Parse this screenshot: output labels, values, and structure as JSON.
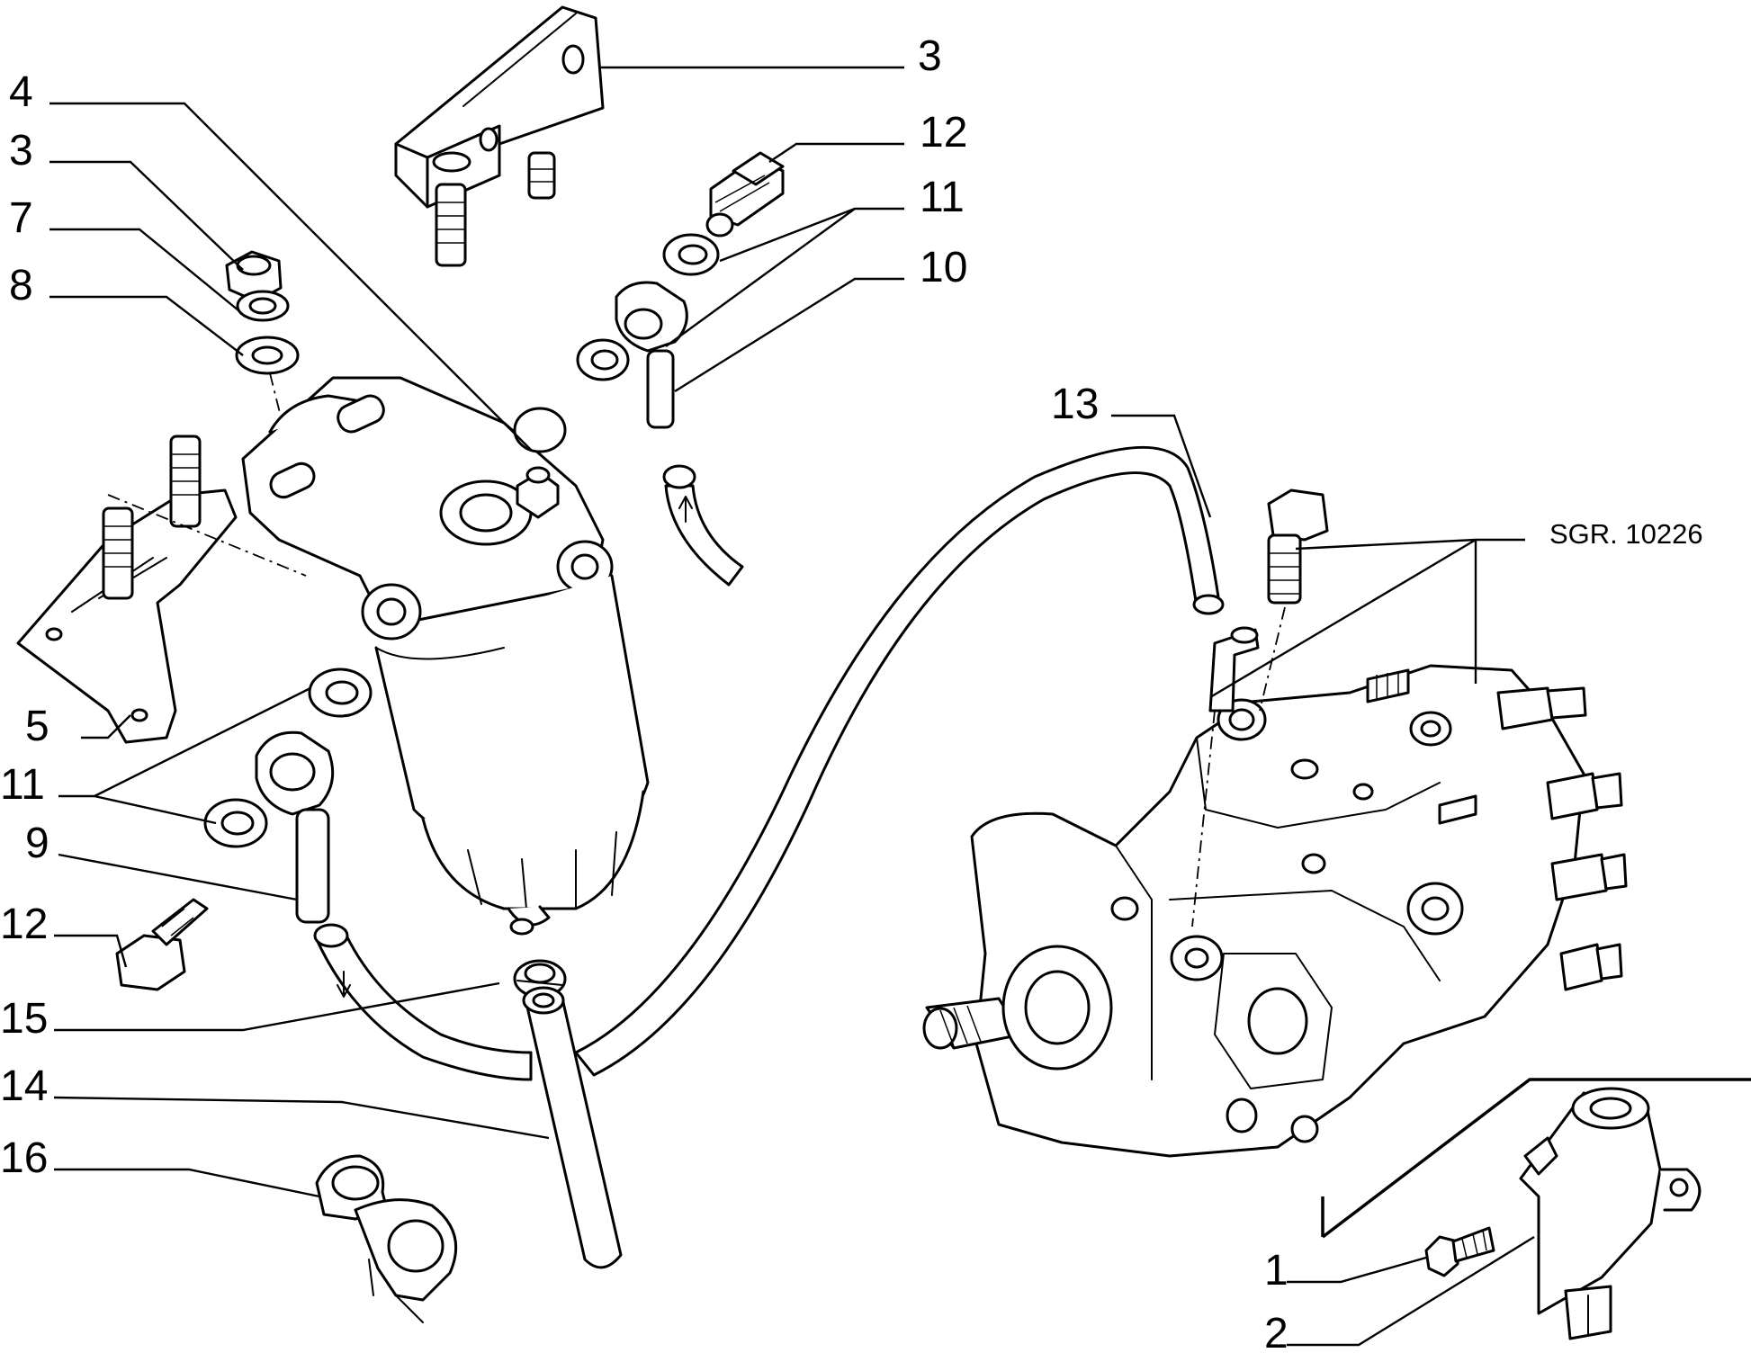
{
  "drawing_ref": "SGR. 10226",
  "callouts": {
    "c1": "1",
    "c2": "2",
    "c3_top": "3",
    "c3_left": "3",
    "c4": "4",
    "c5": "5",
    "c7": "7",
    "c8": "8",
    "c9": "9",
    "c10": "10",
    "c11_top": "11",
    "c11_left": "11",
    "c12_top": "12",
    "c12_left": "12",
    "c13": "13",
    "c14": "14",
    "c15": "15",
    "c16": "16"
  },
  "colors": {
    "ink": "#000000",
    "paper": "#ffffff"
  }
}
